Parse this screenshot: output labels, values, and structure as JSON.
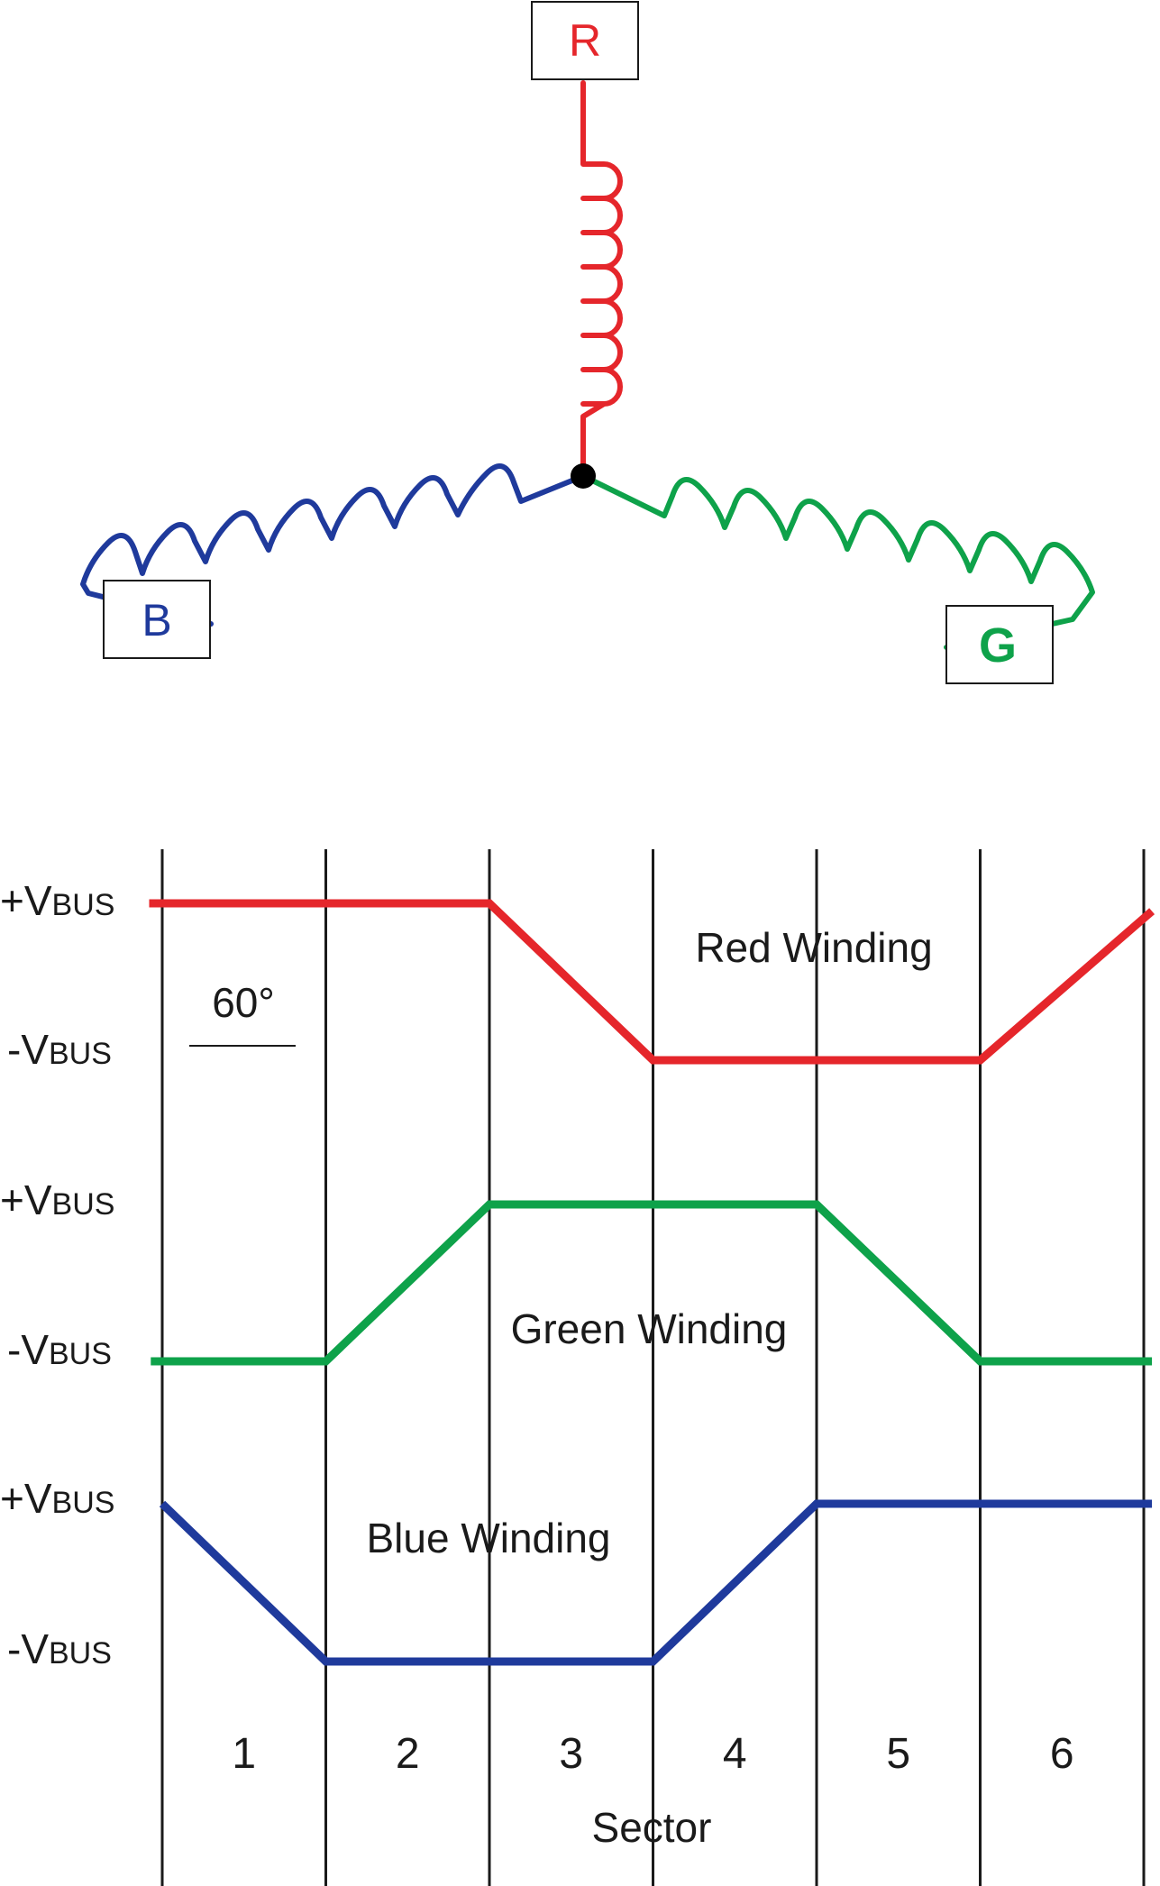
{
  "colors": {
    "red": "#e5262b",
    "green": "#0ea24a",
    "blue": "#1f3a9c",
    "black": "#1a1a1a"
  },
  "schematic": {
    "terminal_r": "R",
    "terminal_b": "B",
    "terminal_g": "G"
  },
  "rails": {
    "plus_prefix": "+V",
    "minus_prefix": "-V",
    "sub": "BUS"
  },
  "angle_label": "60°",
  "chart_data": {
    "type": "line",
    "xlabel": "Sector",
    "categories": [
      "1",
      "2",
      "3",
      "4",
      "5",
      "6"
    ],
    "series": [
      {
        "name": "Red Winding",
        "color": "#e5262b",
        "x": [
          0,
          2,
          3,
          5,
          6.05
        ],
        "y": [
          1,
          1,
          -1,
          -1,
          0.9
        ]
      },
      {
        "name": "Green Winding",
        "color": "#0ea24a",
        "x": [
          0,
          1,
          2,
          4,
          5,
          6.05
        ],
        "y": [
          -1,
          -1,
          1,
          1,
          -1,
          -1
        ]
      },
      {
        "name": "Blue Winding",
        "color": "#1f3a9c",
        "x": [
          0,
          1,
          3,
          4,
          6.05
        ],
        "y": [
          1,
          -1,
          -1,
          1,
          1
        ]
      }
    ]
  }
}
